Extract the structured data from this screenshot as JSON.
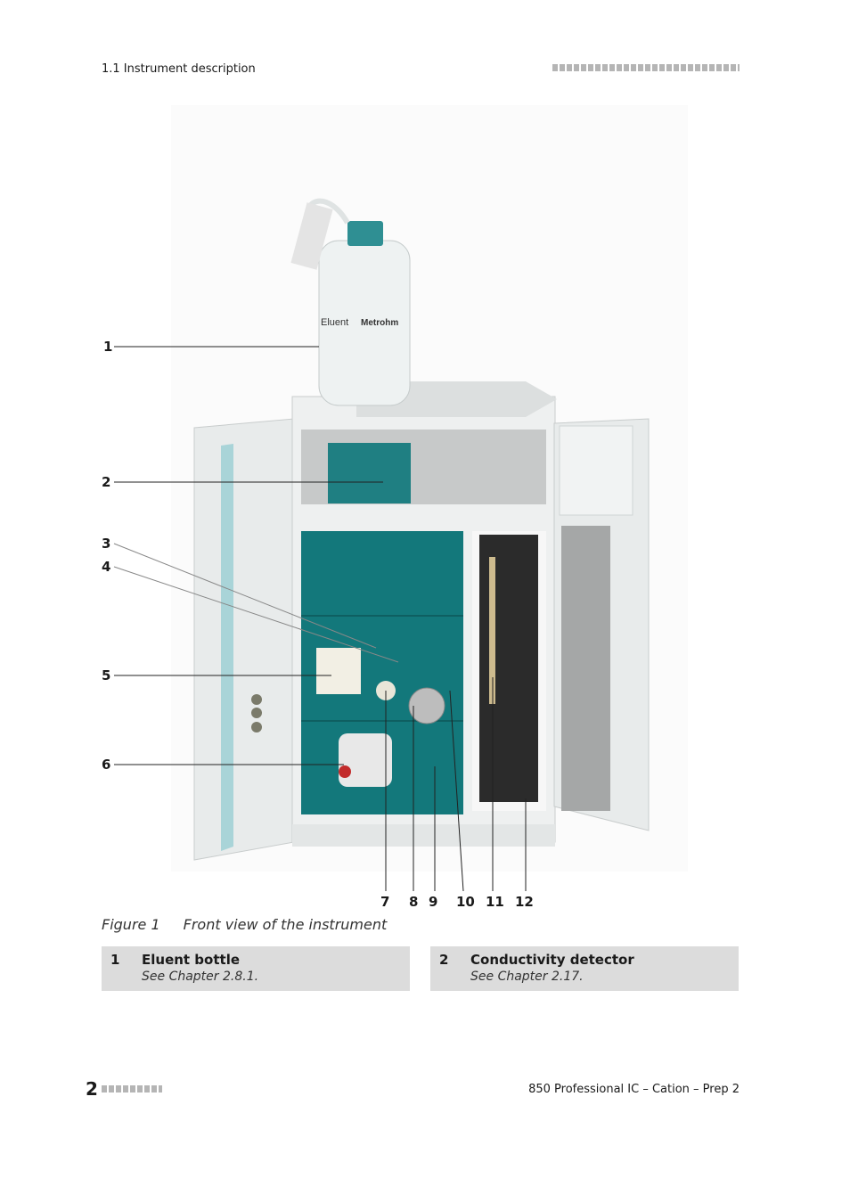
{
  "header": {
    "section": "1.1 Instrument description"
  },
  "figure": {
    "callouts": [
      "1",
      "2",
      "3",
      "4",
      "5",
      "6",
      "7",
      "8",
      "9",
      "10",
      "11",
      "12"
    ],
    "bottle_label": "Eluent",
    "bottle_brand": "Metrohm"
  },
  "caption": {
    "number": "Figure 1",
    "text": "Front view of the instrument"
  },
  "legend": [
    {
      "num": "1",
      "title": "Eluent bottle",
      "ref": "See Chapter 2.8.1."
    },
    {
      "num": "2",
      "title": "Conductivity detector",
      "ref": "See Chapter 2.17."
    }
  ],
  "footer": {
    "page": "2",
    "doc_title": "850 Professional IC – Cation – Prep 2"
  },
  "colors": {
    "teal": "#137a7d",
    "panel": "#e9ecec",
    "legend_bg": "#dcdcdc"
  }
}
